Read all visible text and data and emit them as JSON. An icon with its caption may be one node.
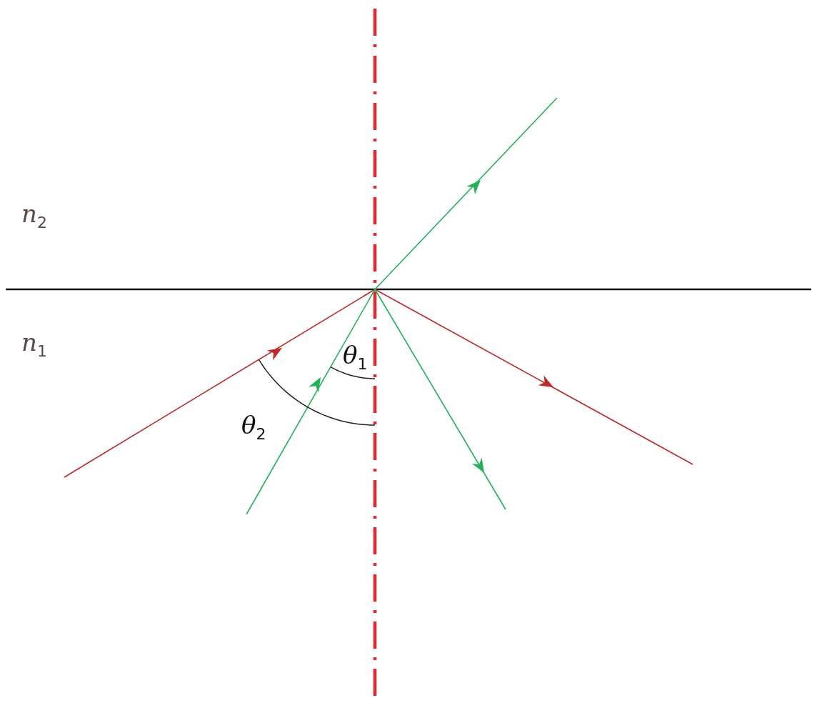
{
  "diagram": {
    "labels": [
      "*n*$_{2}$",
      "*n*$_{1}$",
      "*θ*$_{1}$",
      "*θ*$_{2}$"
    ]
  }
}
